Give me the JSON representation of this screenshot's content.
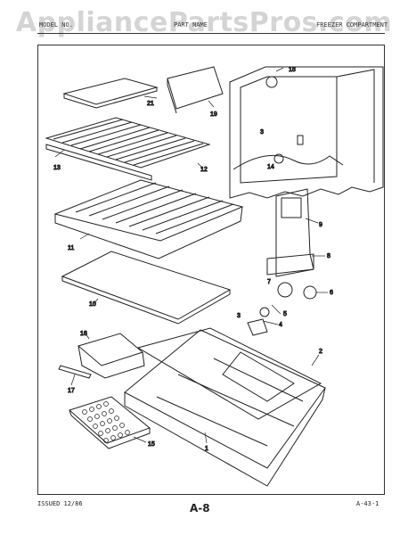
{
  "watermark": "AppliancePartsPros.com",
  "header": {
    "left": "MODEL NO.",
    "center": "PART NAME",
    "right": "FREEZER COMPARTMENT"
  },
  "footer": {
    "issued": "ISSUED 12/86",
    "page": "A-8",
    "code": "A-43-1"
  },
  "callouts": {
    "c1": "1",
    "c2": "2",
    "c3": "3",
    "c4": "4",
    "c5": "5",
    "c6": "6",
    "c7": "7",
    "c8": "8",
    "c9": "9",
    "c10": "10",
    "c11": "11",
    "c12": "12",
    "c13": "13",
    "c14": "14",
    "c15": "15",
    "c16": "16",
    "c17": "17",
    "c18": "18",
    "c19": "19",
    "c21": "21"
  }
}
